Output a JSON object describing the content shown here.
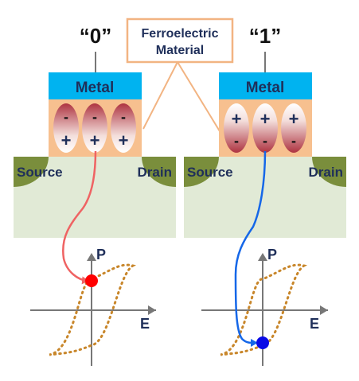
{
  "states": {
    "zero": {
      "label": "“0”"
    },
    "one": {
      "label": "“1”"
    }
  },
  "callout": {
    "line1": "Ferroelectric",
    "line2": "Material"
  },
  "device": {
    "metal": "Metal",
    "source": "Source",
    "drain": "Drain"
  },
  "graph": {
    "p_axis": "P",
    "e_axis": "E"
  },
  "colors": {
    "metal": "#00b3f0",
    "ferro": "#f7c08f",
    "substrate": "#e1ead6",
    "well": "#7a8e3c",
    "callout_border": "#f2b482",
    "red_wire": "#ef6363",
    "blue_wire": "#1567e8",
    "red_dot": "#ff0000",
    "blue_dot": "#0a0ae6",
    "hysteresis": "#c8862a"
  }
}
